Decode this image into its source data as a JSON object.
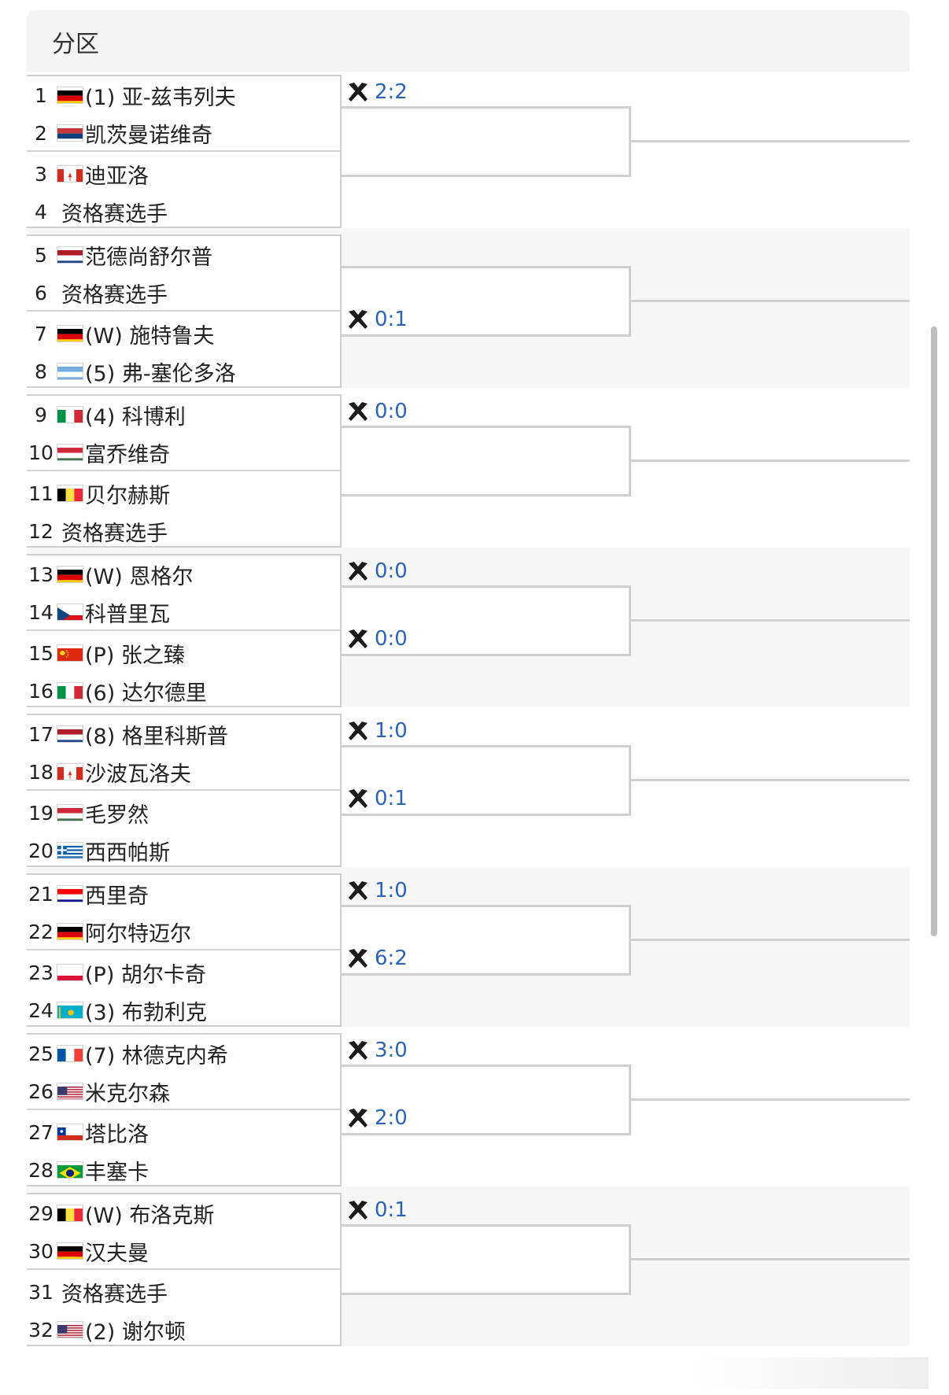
{
  "header": {
    "title": "分区"
  },
  "flags": {
    "GER": {
      "type": "h3",
      "colors": [
        "#000000",
        "#dd0000",
        "#ffce00"
      ]
    },
    "SRB": {
      "type": "h3",
      "colors": [
        "#c6363c",
        "#0c4076",
        "#ffffff"
      ]
    },
    "CAN": {
      "type": "can",
      "colors": [
        "#d52b1e",
        "#ffffff"
      ]
    },
    "NED": {
      "type": "h3",
      "colors": [
        "#ae1c28",
        "#ffffff",
        "#21468b"
      ]
    },
    "ARG": {
      "type": "h3",
      "colors": [
        "#74acdf",
        "#ffffff",
        "#74acdf"
      ]
    },
    "ITA": {
      "type": "v3",
      "colors": [
        "#009246",
        "#ffffff",
        "#ce2b37"
      ]
    },
    "HUN": {
      "type": "h3",
      "colors": [
        "#ce2939",
        "#ffffff",
        "#477050"
      ]
    },
    "BEL": {
      "type": "v3",
      "colors": [
        "#000000",
        "#fae042",
        "#ed2939"
      ]
    },
    "CZE": {
      "type": "cze",
      "colors": [
        "#ffffff",
        "#d7141a",
        "#11457e"
      ]
    },
    "CHN": {
      "type": "chn",
      "colors": [
        "#de2910",
        "#ffde00"
      ]
    },
    "GRE": {
      "type": "gre",
      "colors": [
        "#0d5eaf",
        "#ffffff"
      ]
    },
    "CRO": {
      "type": "h3",
      "colors": [
        "#ff0000",
        "#ffffff",
        "#171796"
      ]
    },
    "POL": {
      "type": "h2",
      "colors": [
        "#ffffff",
        "#dc143c"
      ]
    },
    "KAZ": {
      "type": "kaz",
      "colors": [
        "#00afca",
        "#fec50c"
      ]
    },
    "FRA": {
      "type": "v3",
      "colors": [
        "#0055a4",
        "#ffffff",
        "#ef4135"
      ]
    },
    "USA": {
      "type": "usa",
      "colors": [
        "#b22234",
        "#ffffff",
        "#3c3b6e"
      ]
    },
    "CHI": {
      "type": "chi",
      "colors": [
        "#ffffff",
        "#d52b1e",
        "#0039a6"
      ]
    },
    "BRA": {
      "type": "bra",
      "colors": [
        "#009c3b",
        "#ffdf00",
        "#002776"
      ]
    }
  },
  "players": [
    {
      "seed": "1",
      "flag": "GER",
      "name": "(1) 亚-兹韦列夫"
    },
    {
      "seed": "2",
      "flag": "SRB",
      "name": "凯茨曼诺维奇"
    },
    {
      "seed": "3",
      "flag": "CAN",
      "name": "迪亚洛"
    },
    {
      "seed": "4",
      "flag": "",
      "name": "资格赛选手"
    },
    {
      "seed": "5",
      "flag": "NED",
      "name": "范德尚舒尔普"
    },
    {
      "seed": "6",
      "flag": "",
      "name": "资格赛选手"
    },
    {
      "seed": "7",
      "flag": "GER",
      "name": "(W) 施特鲁夫"
    },
    {
      "seed": "8",
      "flag": "ARG",
      "name": "(5) 弗-塞伦多洛"
    },
    {
      "seed": "9",
      "flag": "ITA",
      "name": "(4) 科博利"
    },
    {
      "seed": "10",
      "flag": "HUN",
      "name": "富乔维奇"
    },
    {
      "seed": "11",
      "flag": "BEL",
      "name": "贝尔赫斯"
    },
    {
      "seed": "12",
      "flag": "",
      "name": "资格赛选手"
    },
    {
      "seed": "13",
      "flag": "GER",
      "name": "(W) 恩格尔"
    },
    {
      "seed": "14",
      "flag": "CZE",
      "name": "科普里瓦"
    },
    {
      "seed": "15",
      "flag": "CHN",
      "name": "(P) 张之臻"
    },
    {
      "seed": "16",
      "flag": "ITA",
      "name": "(6) 达尔德里"
    },
    {
      "seed": "17",
      "flag": "NED",
      "name": "(8) 格里科斯普"
    },
    {
      "seed": "18",
      "flag": "CAN",
      "name": "沙波瓦洛夫"
    },
    {
      "seed": "19",
      "flag": "HUN",
      "name": "毛罗然"
    },
    {
      "seed": "20",
      "flag": "GRE",
      "name": "西西帕斯"
    },
    {
      "seed": "21",
      "flag": "CRO",
      "name": "西里奇"
    },
    {
      "seed": "22",
      "flag": "GER",
      "name": "阿尔特迈尔"
    },
    {
      "seed": "23",
      "flag": "POL",
      "name": "(P) 胡尔卡奇"
    },
    {
      "seed": "24",
      "flag": "KAZ",
      "name": "(3) 布勃利克"
    },
    {
      "seed": "25",
      "flag": "FRA",
      "name": "(7) 林德克内希"
    },
    {
      "seed": "26",
      "flag": "USA",
      "name": "米克尔森"
    },
    {
      "seed": "27",
      "flag": "CHI",
      "name": "塔比洛"
    },
    {
      "seed": "28",
      "flag": "BRA",
      "name": "丰塞卡"
    },
    {
      "seed": "29",
      "flag": "BEL",
      "name": "(W) 布洛克斯"
    },
    {
      "seed": "30",
      "flag": "GER",
      "name": "汉夫曼"
    },
    {
      "seed": "31",
      "flag": "",
      "name": "资格赛选手"
    },
    {
      "seed": "32",
      "flag": "USA",
      "name": "(2) 谢尔顿"
    }
  ],
  "matches": [
    {
      "match": 1,
      "score": "2:2"
    },
    {
      "match": 2,
      "score": ""
    },
    {
      "match": 3,
      "score": ""
    },
    {
      "match": 4,
      "score": "0:1"
    },
    {
      "match": 5,
      "score": "0:0"
    },
    {
      "match": 6,
      "score": ""
    },
    {
      "match": 7,
      "score": "0:0"
    },
    {
      "match": 8,
      "score": "0:0"
    },
    {
      "match": 9,
      "score": "1:0"
    },
    {
      "match": 10,
      "score": "0:1"
    },
    {
      "match": 11,
      "score": "1:0"
    },
    {
      "match": 12,
      "score": "6:2"
    },
    {
      "match": 13,
      "score": "3:0"
    },
    {
      "match": 14,
      "score": "2:0"
    },
    {
      "match": 15,
      "score": "0:1"
    },
    {
      "match": 16,
      "score": ""
    }
  ],
  "score_icon": "crossed-rackets-icon"
}
